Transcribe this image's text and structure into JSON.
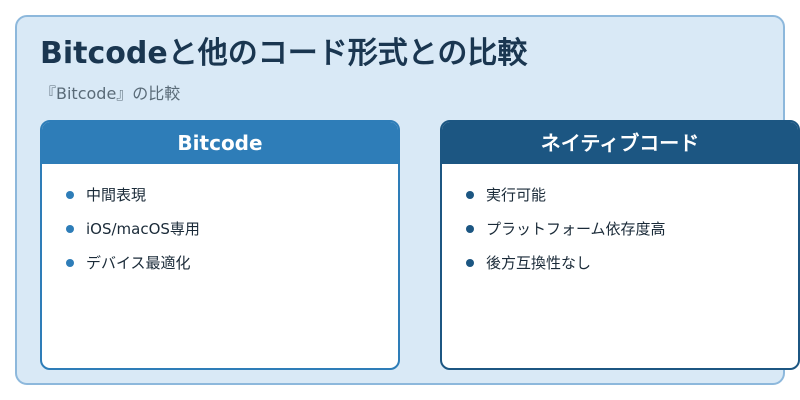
{
  "title": "Bitcodeと他のコード形式との比較",
  "subtitle": "『Bitcode』の比較",
  "colors": {
    "background": "#d9e9f6",
    "frame_border": "#8db8dc",
    "bitcode_accent": "#2e7db8",
    "native_accent": "#1c5682",
    "title_text": "#1a3650"
  },
  "cards": [
    {
      "header": "Bitcode",
      "items": [
        "中間表現",
        "iOS/macOS専用",
        "デバイス最適化"
      ]
    },
    {
      "header": "ネイティブコード",
      "items": [
        "実行可能",
        "プラットフォーム依存度高",
        "後方互換性なし"
      ]
    }
  ]
}
